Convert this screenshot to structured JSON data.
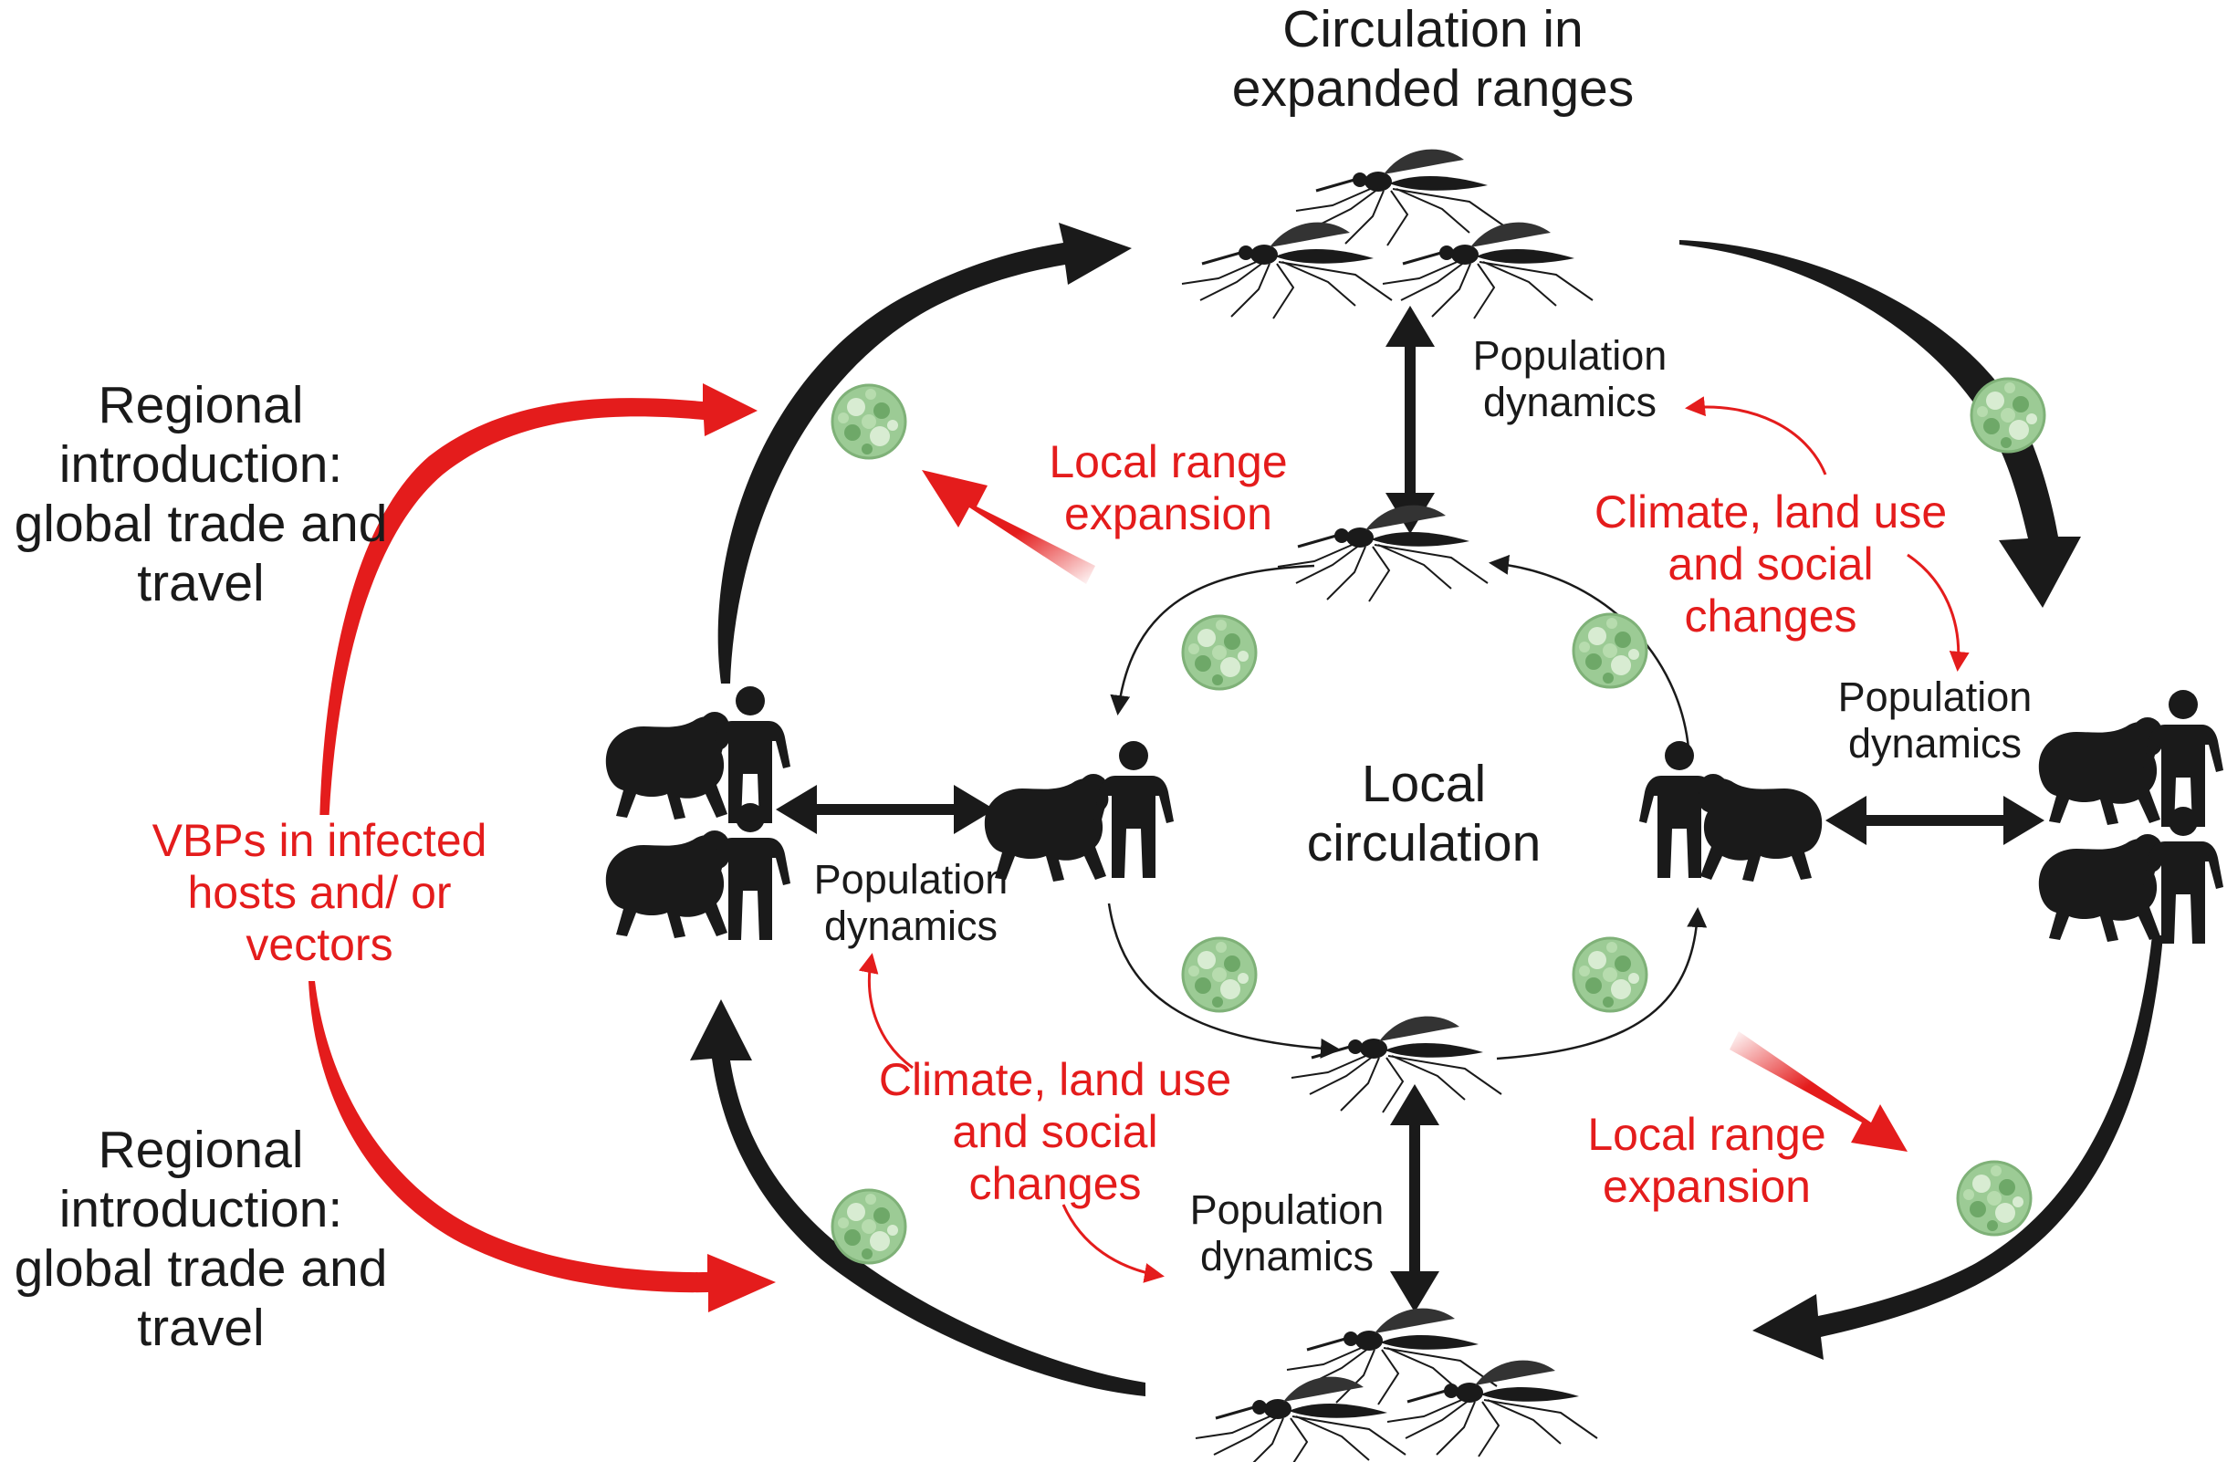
{
  "labels": {
    "top_title": [
      "Circulation in",
      "expanded ranges"
    ],
    "regional_top": [
      "Regional",
      "introduction:",
      "global trade and",
      "travel"
    ],
    "regional_bottom": [
      "Regional",
      "introduction:",
      "global trade and",
      "travel"
    ],
    "vbps": [
      "VBPs in infected",
      "hosts and/ or",
      "vectors"
    ],
    "local_circulation": [
      "Local",
      "circulation"
    ],
    "local_range_top": [
      "Local range",
      "expansion"
    ],
    "local_range_bottom": [
      "Local  range",
      "expansion"
    ],
    "climate_top": [
      "Climate, land use",
      "and social",
      "changes"
    ],
    "climate_bottom": [
      "Climate, land use",
      "and social",
      "changes"
    ],
    "popdyn_top": [
      "Population",
      "dynamics"
    ],
    "popdyn_right": [
      "Population",
      "dynamics"
    ],
    "popdyn_left": [
      "Population",
      "dynamics"
    ],
    "popdyn_bottom": [
      "Population",
      "dynamics"
    ]
  },
  "colors": {
    "black_arrows": "#1a1a1a",
    "red_arrows": "#e41c1c",
    "virus": "#8cc084"
  },
  "icons": [
    "mosquito-icon",
    "ape-icon",
    "human-icon",
    "virus-icon"
  ]
}
